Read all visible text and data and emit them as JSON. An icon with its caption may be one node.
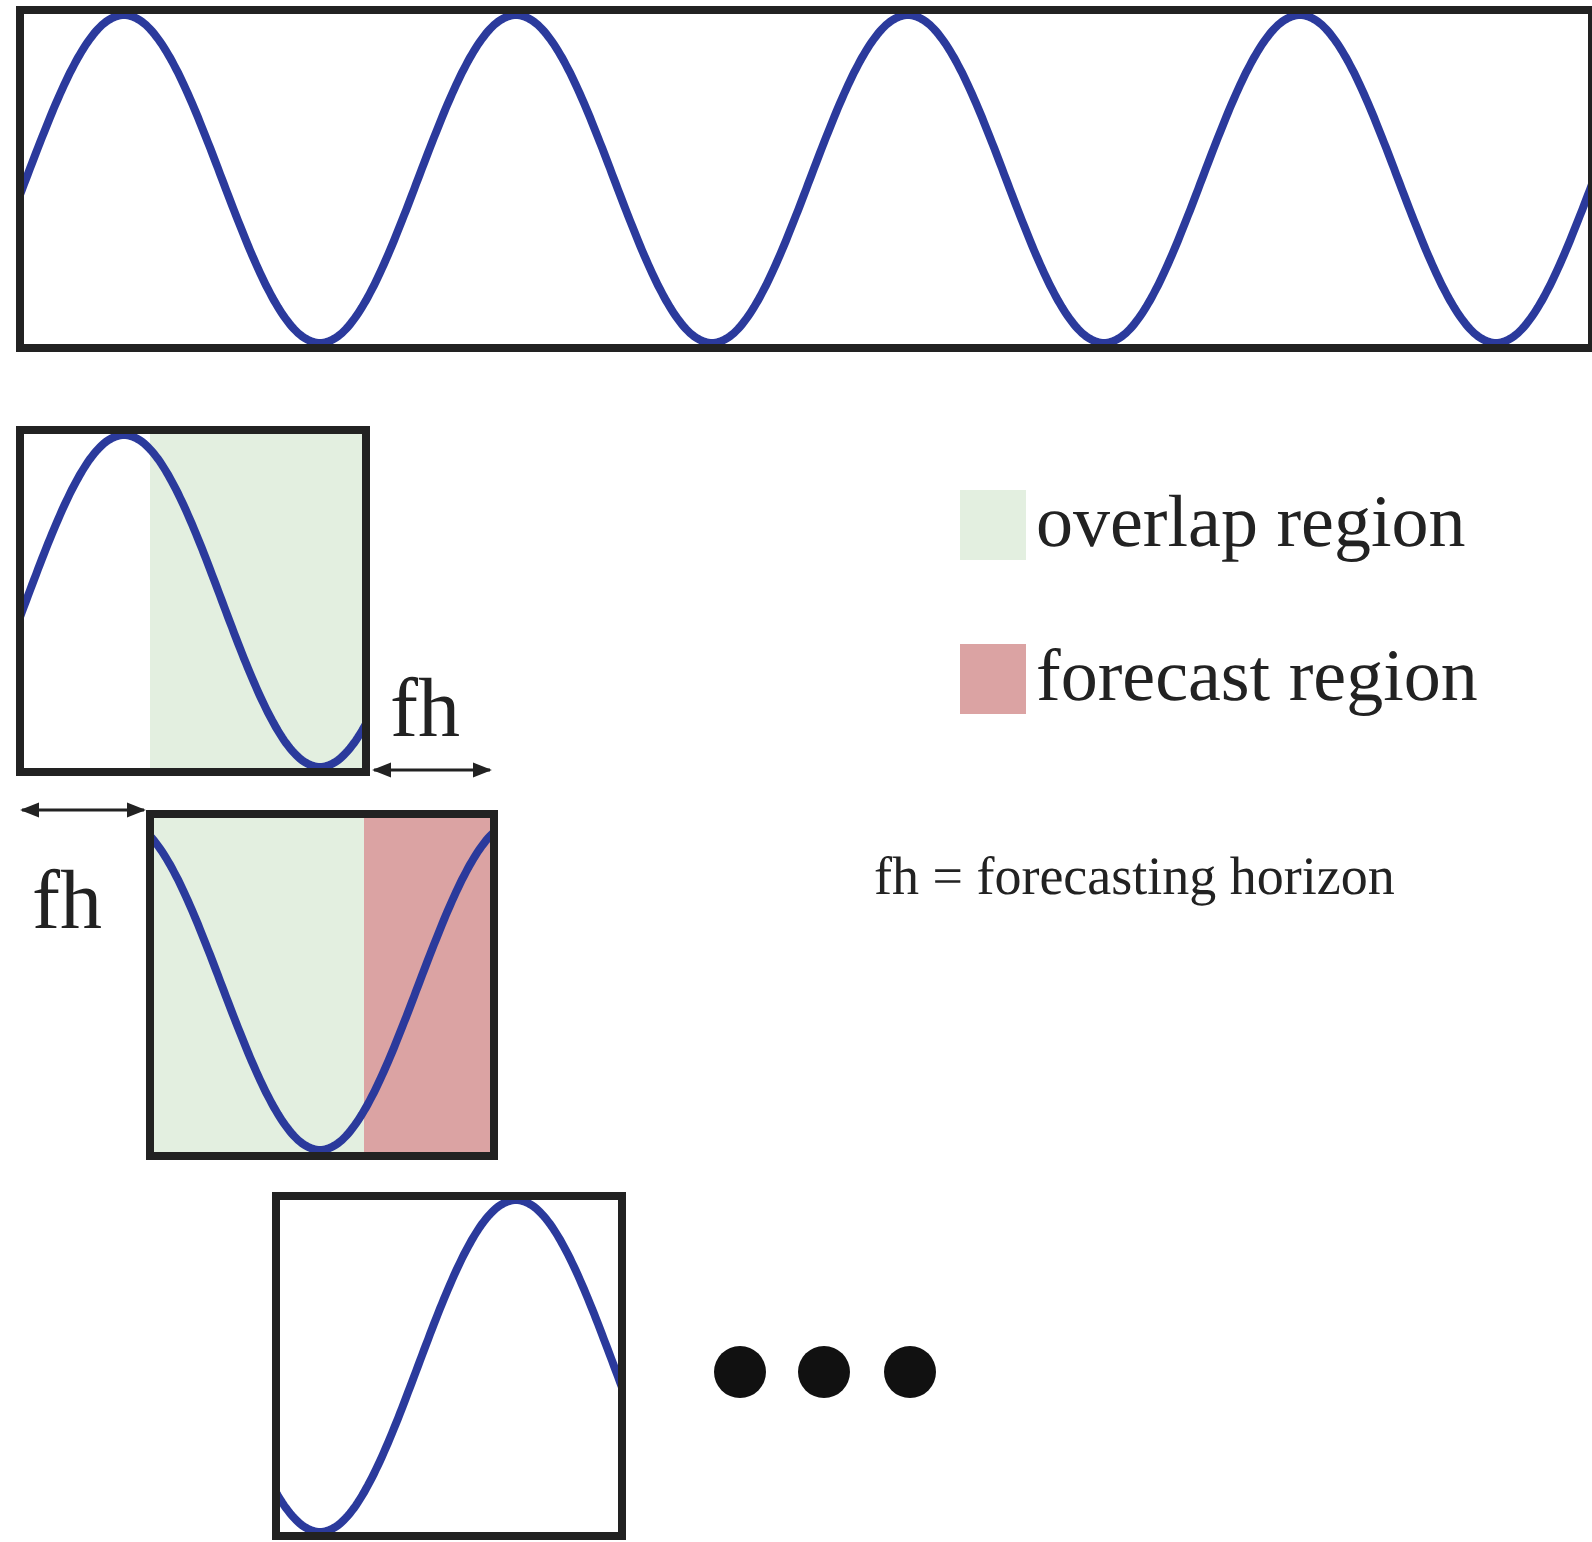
{
  "diagram": {
    "labels": [
      "fh",
      "fh",
      "fh = forecasting horizon"
    ],
    "legend": [
      {
        "text": "overlap region",
        "color": "#e3efe0"
      },
      {
        "text": "forecast region",
        "color": "#dba3a3"
      }
    ]
  }
}
